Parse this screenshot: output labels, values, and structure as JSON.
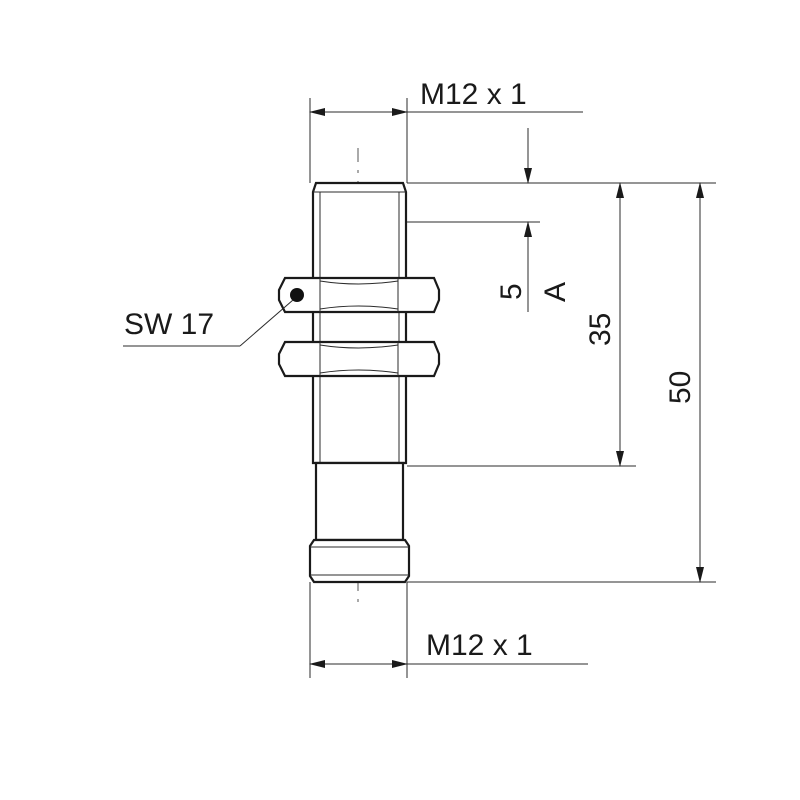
{
  "labels": {
    "thread_top": "M12 x 1",
    "thread_bottom": "M12 x 1",
    "wrench_size": "SW 17",
    "dim_sensing_gap": "5",
    "dim_ref_a": "A",
    "dim_thread_length": "35",
    "dim_total_length": "50"
  },
  "colors": {
    "line": "#1a1a1a",
    "background": "#ffffff"
  }
}
